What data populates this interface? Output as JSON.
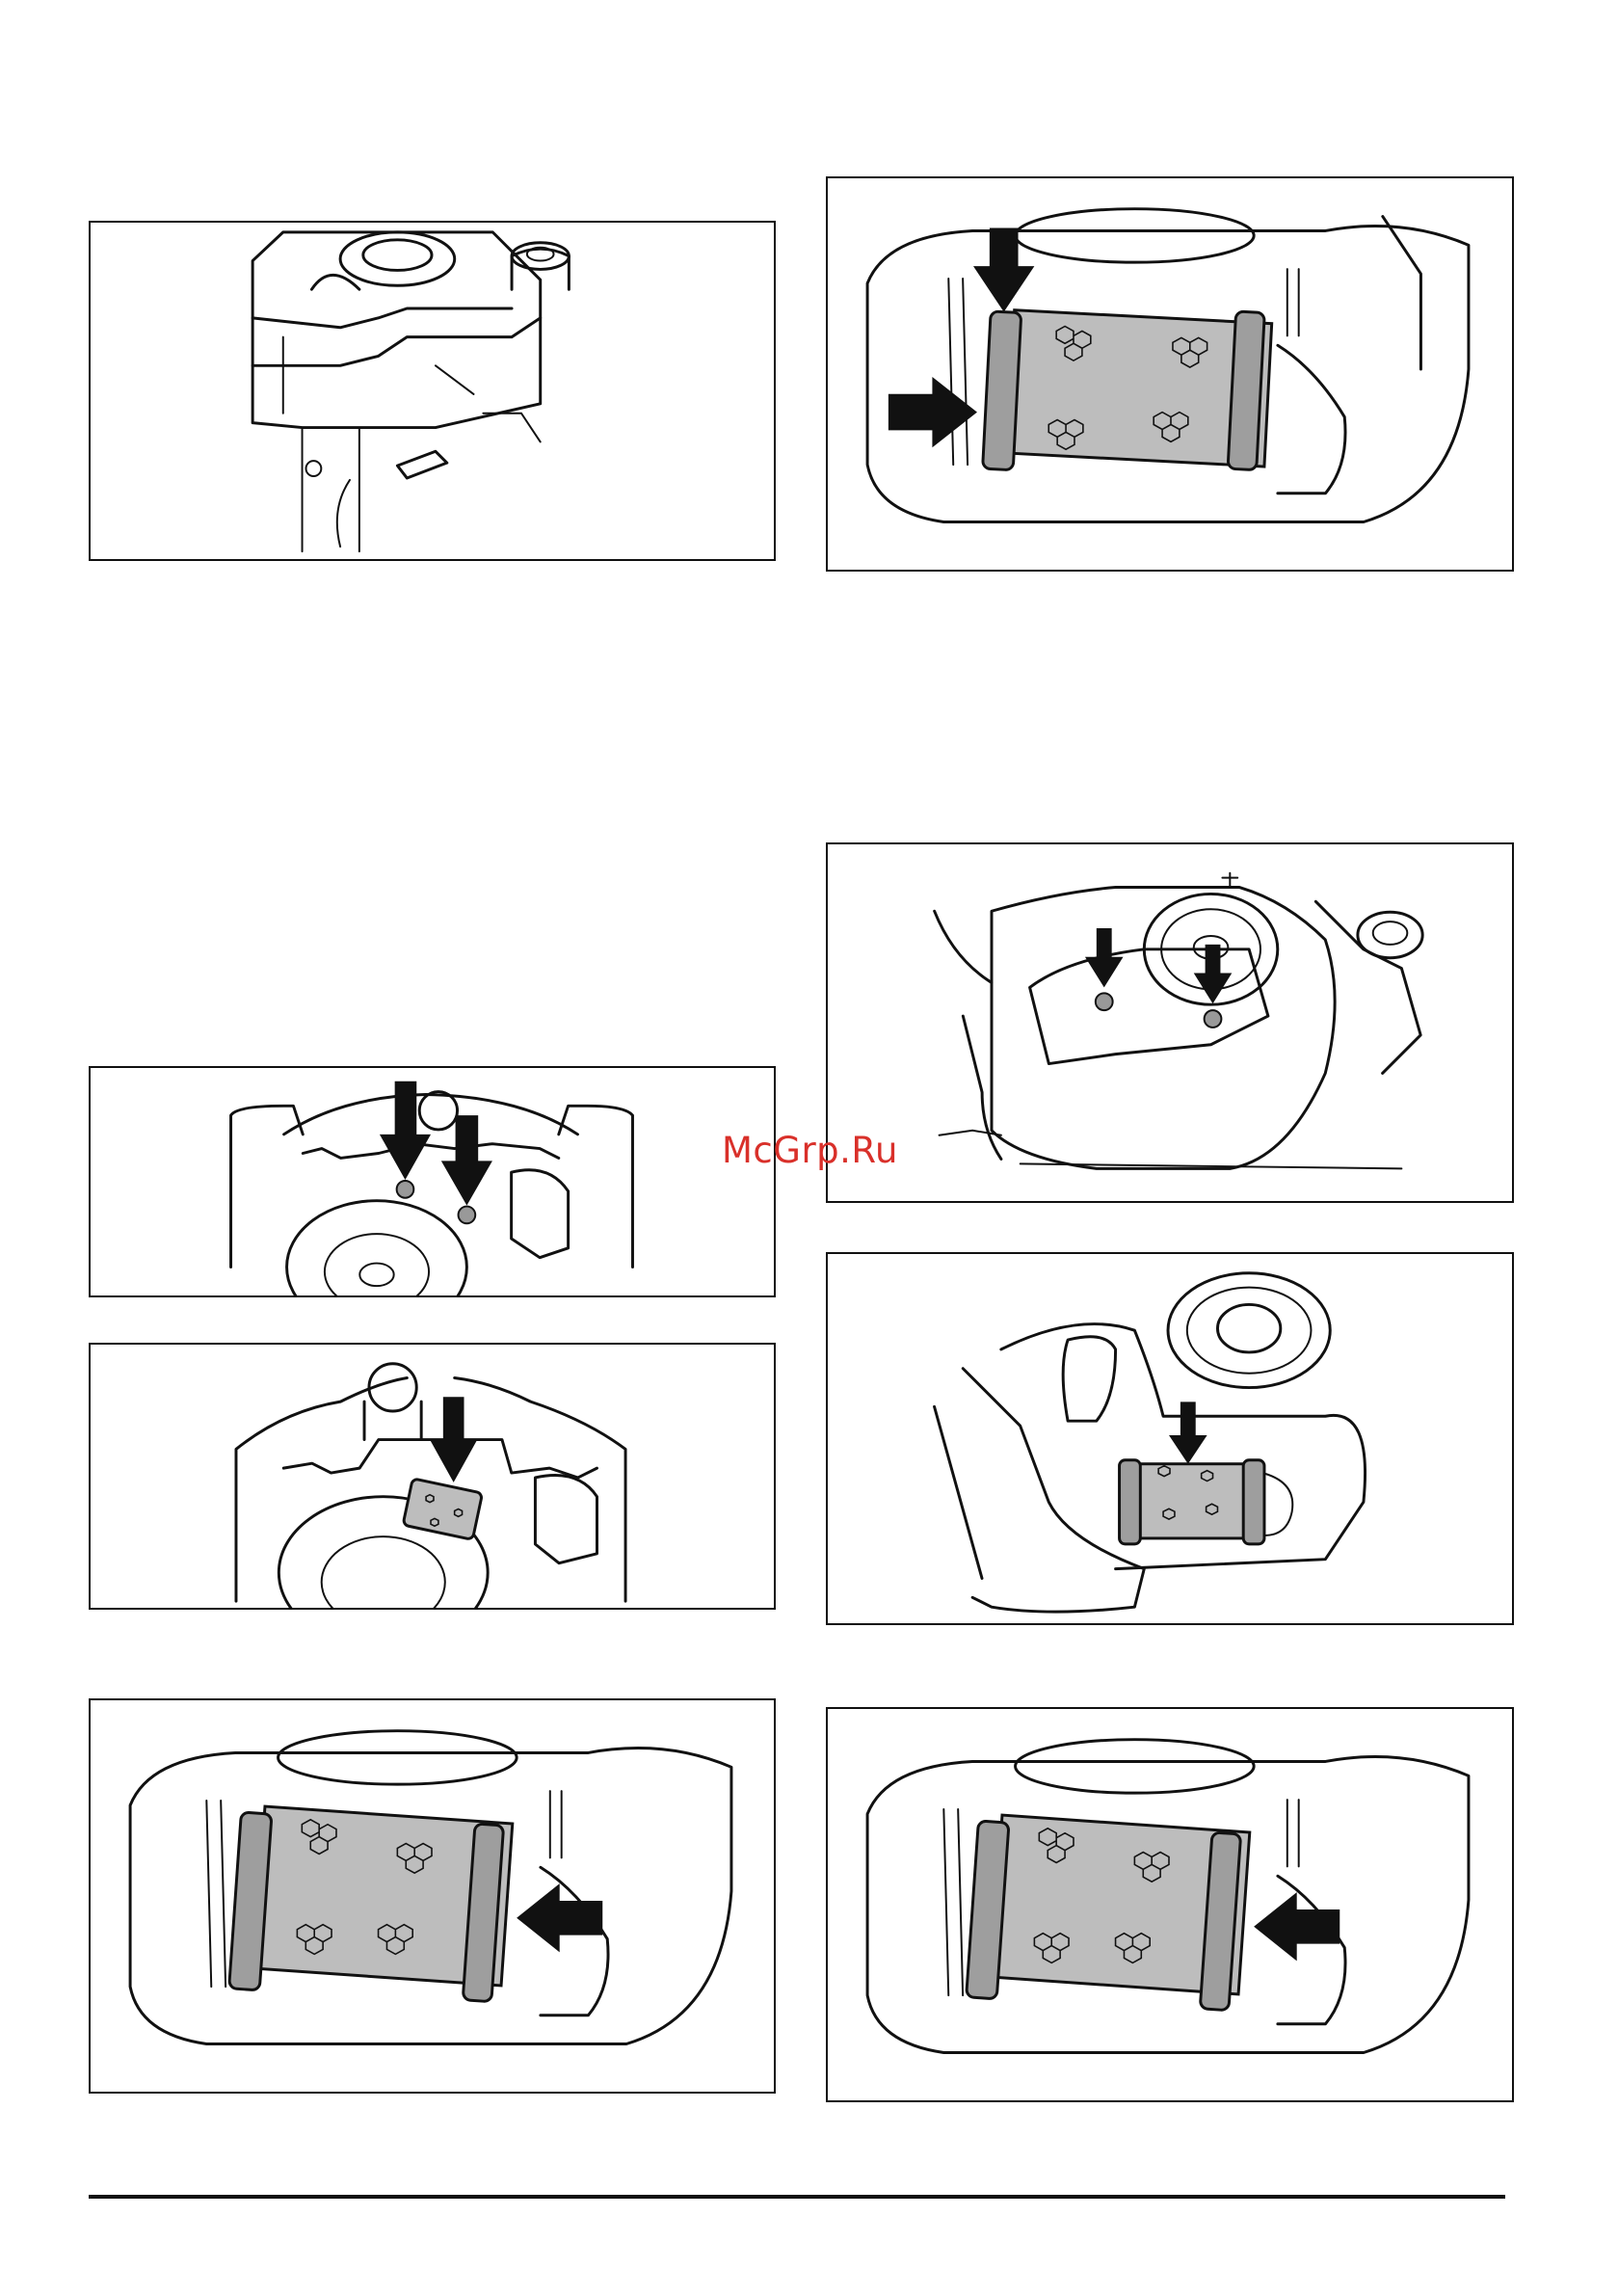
{
  "watermark": {
    "text": "McGrp.Ru",
    "color": "#d9302a"
  },
  "figures": [
    {
      "id": "engine-overview",
      "arrows": 0
    },
    {
      "id": "filter-pressed-in-left",
      "arrows": 2
    },
    {
      "id": "cover-screws",
      "arrows": 2
    },
    {
      "id": "cover-screws-front",
      "arrows": 2
    },
    {
      "id": "filter-remove",
      "arrows": 1
    },
    {
      "id": "pre-filter-cover",
      "arrows": 1
    },
    {
      "id": "filter-pressed-in-right-a",
      "arrows": 1
    },
    {
      "id": "filter-pressed-in-right-b",
      "arrows": 1
    }
  ],
  "icons": {
    "arrow": "down-arrow-icon",
    "arrow_left": "left-arrow-icon"
  }
}
